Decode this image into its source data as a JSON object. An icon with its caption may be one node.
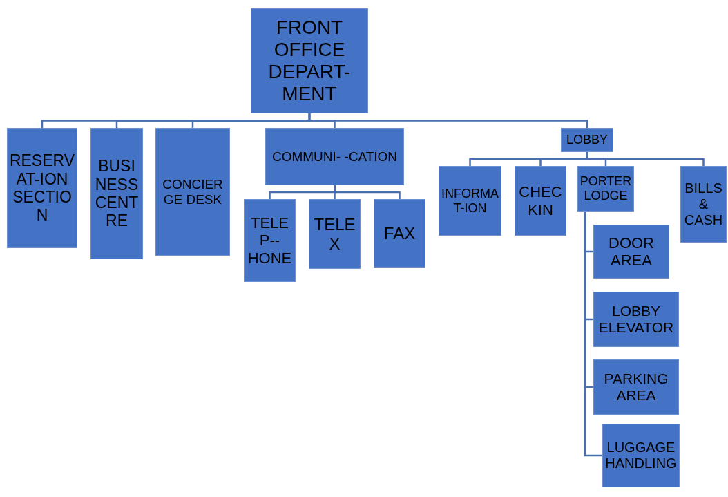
{
  "diagram": {
    "nodes": [
      {
        "text": [
          "FRONT OFFICE DEPART-MENT"
        ]
      },
      {
        "text": [
          "RESERVAT-ION SECTION"
        ]
      },
      {
        "text": [
          "BUSINESS CENTRE"
        ]
      },
      {
        "text": [
          "CONCIERGE DESK"
        ]
      },
      {
        "text": [
          "COMMUNI- -CATION"
        ]
      },
      {
        "text": [
          "TELEP--HONE"
        ]
      },
      {
        "text": [
          "TELEX"
        ]
      },
      {
        "text": [
          "FAX"
        ]
      },
      {
        "text": [
          "LOBBY"
        ]
      },
      {
        "text": [
          "INFORMAT-ION"
        ]
      },
      {
        "text": [
          "CHECKIN"
        ]
      },
      {
        "text": [
          "PORTER LODGE"
        ]
      },
      {
        "text": [
          "BILLS & CASH"
        ]
      },
      {
        "text": [
          "DOOR AREA"
        ]
      },
      {
        "text": [
          "LOBBY ELEVATOR"
        ]
      },
      {
        "text": [
          "PARKING AREA"
        ]
      },
      {
        "text": [
          "LUGGAGE HANDLING"
        ]
      }
    ],
    "edges": [
      {
        "from": 0,
        "to": 1,
        "arrow": "none"
      },
      {
        "from": 0,
        "to": 2,
        "arrow": "none"
      },
      {
        "from": 0,
        "to": 3,
        "arrow": "none"
      },
      {
        "from": 0,
        "to": 4,
        "arrow": "none"
      },
      {
        "from": 0,
        "to": 8,
        "arrow": "none"
      },
      {
        "from": 4,
        "to": 5,
        "arrow": "none"
      },
      {
        "from": 4,
        "to": 6,
        "arrow": "none"
      },
      {
        "from": 4,
        "to": 7,
        "arrow": "none"
      },
      {
        "from": 8,
        "to": 9,
        "arrow": "none"
      },
      {
        "from": 8,
        "to": 10,
        "arrow": "none"
      },
      {
        "from": 8,
        "to": 11,
        "arrow": "none"
      },
      {
        "from": 8,
        "to": 12,
        "arrow": "none"
      },
      {
        "from": 11,
        "to": 13,
        "arrow": "none"
      },
      {
        "from": 11,
        "to": 14,
        "arrow": "none"
      },
      {
        "from": 11,
        "to": 15,
        "arrow": "none"
      },
      {
        "from": 11,
        "to": 16,
        "arrow": "none"
      }
    ]
  }
}
